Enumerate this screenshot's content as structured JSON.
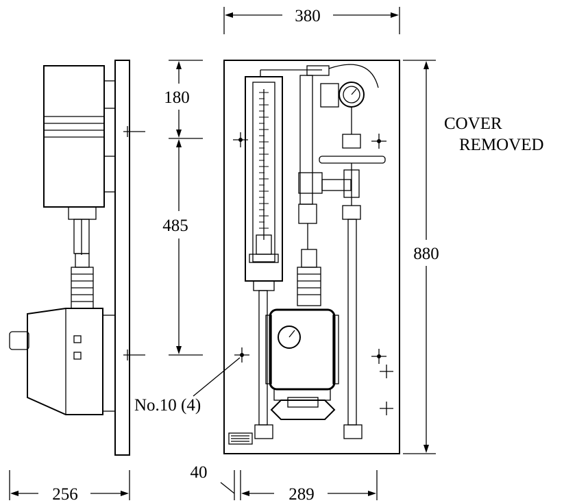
{
  "dimensions": {
    "top_width": "380",
    "height_upper": "180",
    "height_middle": "485",
    "overall_height": "880",
    "side_depth": "256",
    "mount_offset": "40",
    "mount_spacing": "289"
  },
  "notes": {
    "cover_line1": "COVER",
    "cover_line2": "REMOVED",
    "fastener": "No.10 (4)"
  }
}
